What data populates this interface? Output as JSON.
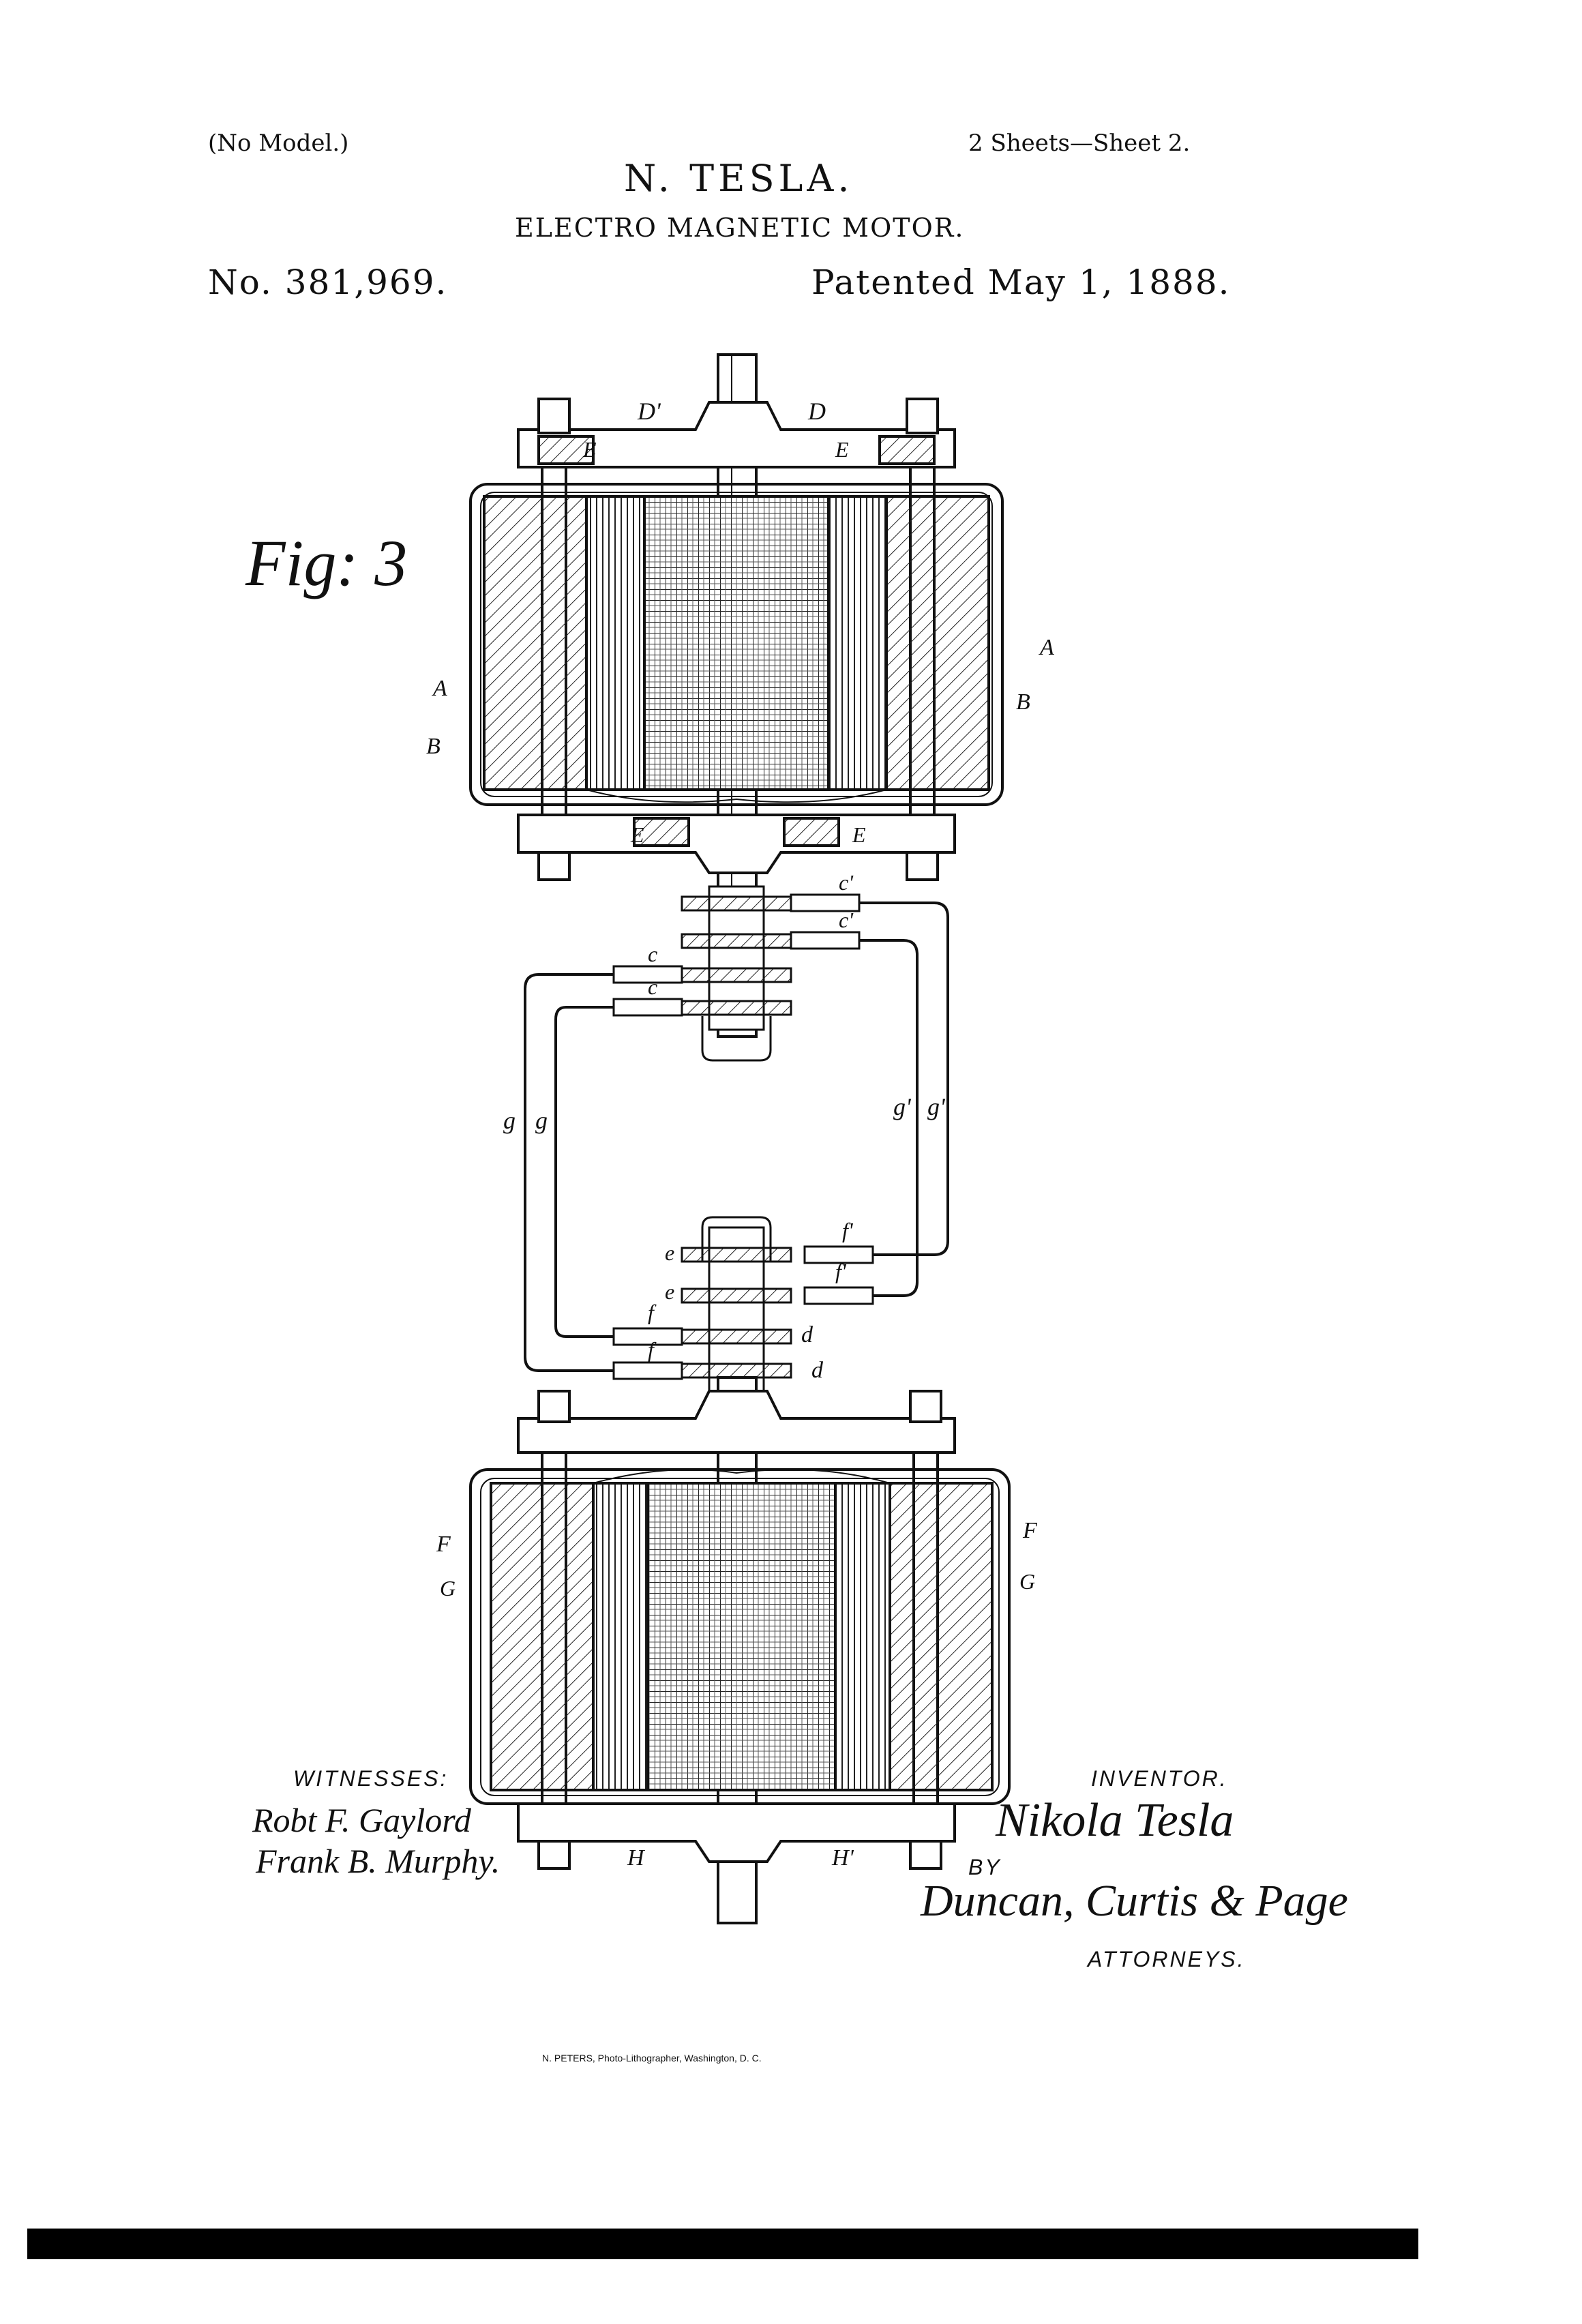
{
  "header": {
    "no_model": "(No Model.)",
    "inventor_name": "N. TESLA.",
    "sheets": "2 Sheets—Sheet 2.",
    "title": "ELECTRO MAGNETIC MOTOR.",
    "patent_number": "No. 381,969.",
    "patent_date": "Patented May 1, 1888."
  },
  "figure": {
    "label": "Fig: 3",
    "parts": {
      "D_prime": "D'",
      "D": "D",
      "E": "E",
      "A": "A",
      "B": "B",
      "c_prime": "c'",
      "c": "c",
      "g": "g",
      "g_prime": "g'",
      "e": "e",
      "f": "f",
      "f_prime": "f'",
      "d": "d",
      "F": "F",
      "G": "G",
      "H": "H",
      "H_prime": "H'"
    }
  },
  "footer": {
    "witnesses_label": "WITNESSES:",
    "witness_1": "Robt F. Gaylord",
    "witness_2": "Frank B. Murphy.",
    "inventor_label": "INVENTOR.",
    "inventor_signature": "Nikola Tesla",
    "by_label": "BY",
    "attorneys_signature": "Duncan, Curtis & Page",
    "attorneys_label": "ATTORNEYS.",
    "lithographer": "N. PETERS, Photo-Lithographer, Washington, D. C."
  }
}
